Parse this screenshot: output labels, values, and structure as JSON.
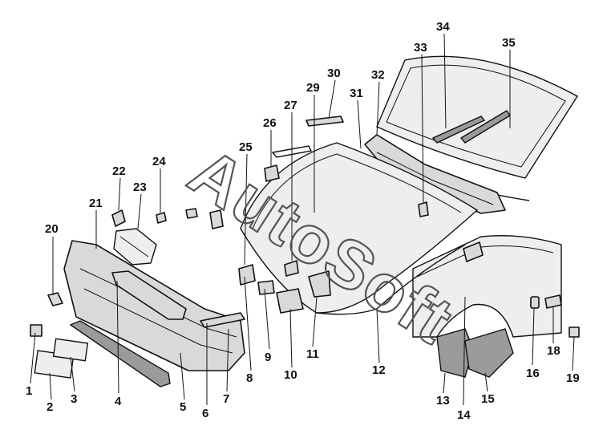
{
  "watermark": {
    "text": "AutoSoft"
  },
  "callouts": [
    {
      "id": 1,
      "label": "1"
    },
    {
      "id": 2,
      "label": "2"
    },
    {
      "id": 3,
      "label": "3"
    },
    {
      "id": 4,
      "label": "4"
    },
    {
      "id": 5,
      "label": "5"
    },
    {
      "id": 6,
      "label": "6"
    },
    {
      "id": 7,
      "label": "7"
    },
    {
      "id": 8,
      "label": "8"
    },
    {
      "id": 9,
      "label": "9"
    },
    {
      "id": 10,
      "label": "10"
    },
    {
      "id": 11,
      "label": "11"
    },
    {
      "id": 12,
      "label": "12"
    },
    {
      "id": 13,
      "label": "13"
    },
    {
      "id": 14,
      "label": "14"
    },
    {
      "id": 15,
      "label": "15"
    },
    {
      "id": 16,
      "label": "16"
    },
    {
      "id": 18,
      "label": "18"
    },
    {
      "id": 19,
      "label": "19"
    },
    {
      "id": 20,
      "label": "20"
    },
    {
      "id": 21,
      "label": "21"
    },
    {
      "id": 22,
      "label": "22"
    },
    {
      "id": 23,
      "label": "23"
    },
    {
      "id": 24,
      "label": "24"
    },
    {
      "id": 25,
      "label": "25"
    },
    {
      "id": 26,
      "label": "26"
    },
    {
      "id": 27,
      "label": "27"
    },
    {
      "id": 29,
      "label": "29"
    },
    {
      "id": 30,
      "label": "30"
    },
    {
      "id": 31,
      "label": "31"
    },
    {
      "id": 32,
      "label": "32"
    },
    {
      "id": 33,
      "label": "33"
    },
    {
      "id": 34,
      "label": "34"
    },
    {
      "id": 35,
      "label": "35"
    }
  ]
}
